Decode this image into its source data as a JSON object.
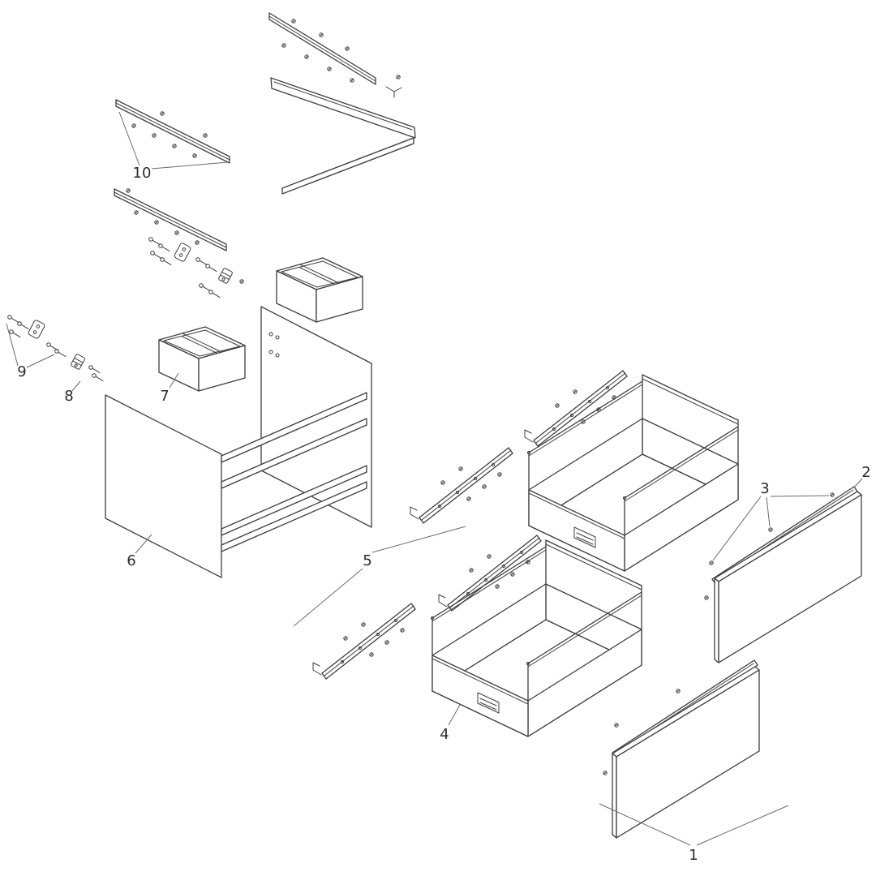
{
  "diagram": {
    "type": "exploded-parts-diagram",
    "subject": "vanity cabinet with two drawers"
  },
  "colors": {
    "background": "#ffffff",
    "line": "#3d3d3d",
    "callout_line": "#6a6a6a",
    "label_text": "#2b2b2b"
  },
  "callouts": [
    {
      "label": "1"
    },
    {
      "label": "2"
    },
    {
      "label": "3"
    },
    {
      "label": "4"
    },
    {
      "label": "5"
    },
    {
      "label": "6"
    },
    {
      "label": "7"
    },
    {
      "label": "8"
    },
    {
      "label": "9"
    },
    {
      "label": "10"
    }
  ]
}
